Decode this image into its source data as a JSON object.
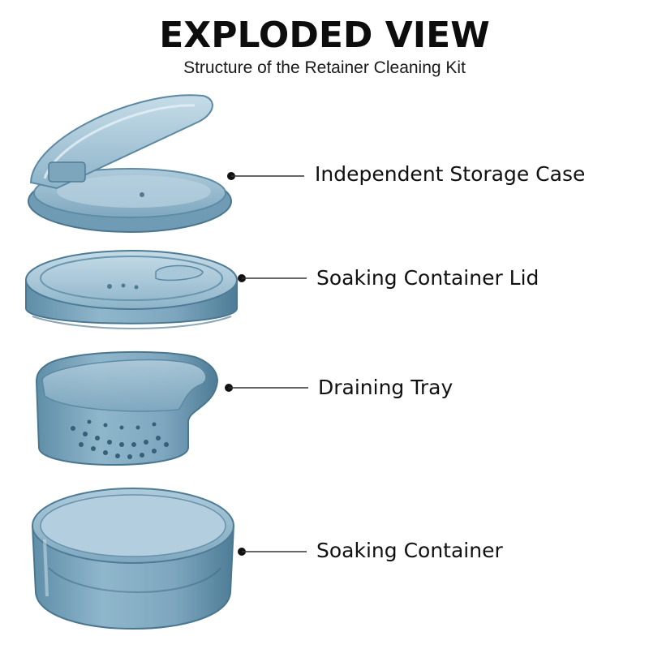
{
  "header": {
    "title": "EXPLODED VIEW",
    "subtitle": "Structure of the Retainer Cleaning Kit"
  },
  "colors": {
    "plastic_light": "#9fc2d6",
    "plastic_mid": "#6e9bb5",
    "plastic_dark": "#4c7892",
    "leader_line": "#333333"
  },
  "components": [
    {
      "label": "Independent Storage Case"
    },
    {
      "label": "Soaking Container Lid"
    },
    {
      "label": "Draining Tray"
    },
    {
      "label": "Soaking Container"
    }
  ]
}
